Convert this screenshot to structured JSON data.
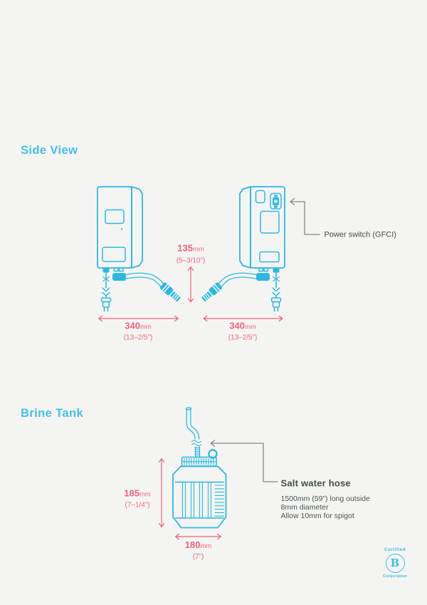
{
  "colors": {
    "background": "#f4f5f3",
    "diagram_cyan": "#2eb6e3",
    "heading_cyan": "#46bee8",
    "dimension_pink": "#ee6478",
    "annotation_dark": "#454e4b"
  },
  "side_view": {
    "title": "Side View",
    "height_dim": {
      "value": "135",
      "unit": "mm",
      "imperial": "(5–3/10”)"
    },
    "width_dim_left": {
      "value": "340",
      "unit": "mm",
      "imperial": "(13–2/5”)"
    },
    "width_dim_right": {
      "value": "340",
      "unit": "mm",
      "imperial": "(13–2/5”)"
    },
    "power_switch_label": "Power switch (GFCI)"
  },
  "brine_tank": {
    "title": "Brine Tank",
    "height_dim": {
      "value": "185",
      "unit": "mm",
      "imperial": "(7–1/4”)"
    },
    "width_dim": {
      "value": "180",
      "unit": "mm",
      "imperial": "(7”)"
    },
    "hose_title": "Salt water hose",
    "hose_specs": [
      "1500mm (59”) long outside",
      "8mm diameter",
      "Allow 10mm for spigot"
    ]
  },
  "badge": {
    "certified": "Certified",
    "letter": "B",
    "corporation": "Corporation"
  }
}
